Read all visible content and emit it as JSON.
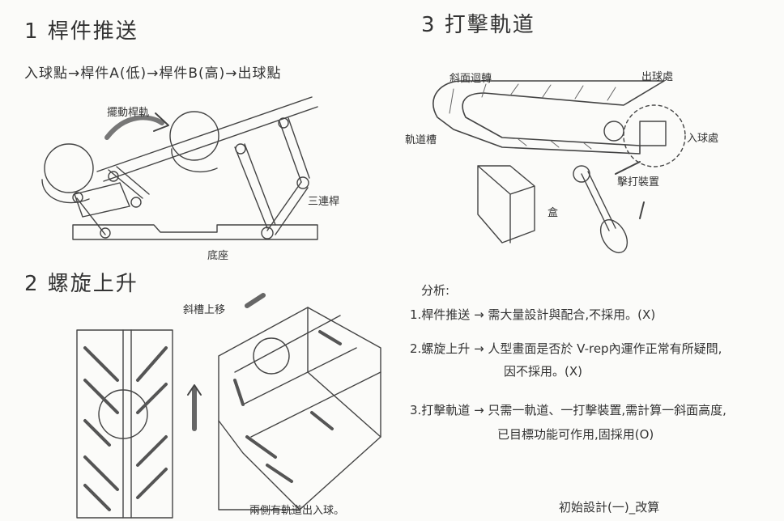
{
  "section1": {
    "title": "1 桿件推送",
    "flow": "入球點→桿件A(低)→桿件B(高)→出球點",
    "label_swing": "擺動桿軌",
    "label_link": "三連桿",
    "label_base": "底座"
  },
  "section2": {
    "title": "2 螺旋上升",
    "label_slope": "斜槽上移",
    "label_side": "兩側有軌道出入球。"
  },
  "section3": {
    "title": "3 打擊軌道",
    "label_spin": "斜面迴轉",
    "label_out": "出球處",
    "label_track": "軌道槽",
    "label_in": "入球處",
    "label_hit": "擊打裝置",
    "label_box": "盒"
  },
  "analysis": {
    "title": "分析:",
    "line1": "1.桿件推送 → 需大量設計與配合,不採用。(X)",
    "line2a": "2.螺旋上升 → 人型畫面是否於 V-rep內運作正常有所疑問,",
    "line2b": "因不採用。(X)",
    "line3a": "3.打擊軌道 → 只需一軌道、一打擊裝置,需計算一斜面高度,",
    "line3b": "已目標功能可作用,固採用(O)"
  },
  "footer": "初始設計(一)_改算"
}
